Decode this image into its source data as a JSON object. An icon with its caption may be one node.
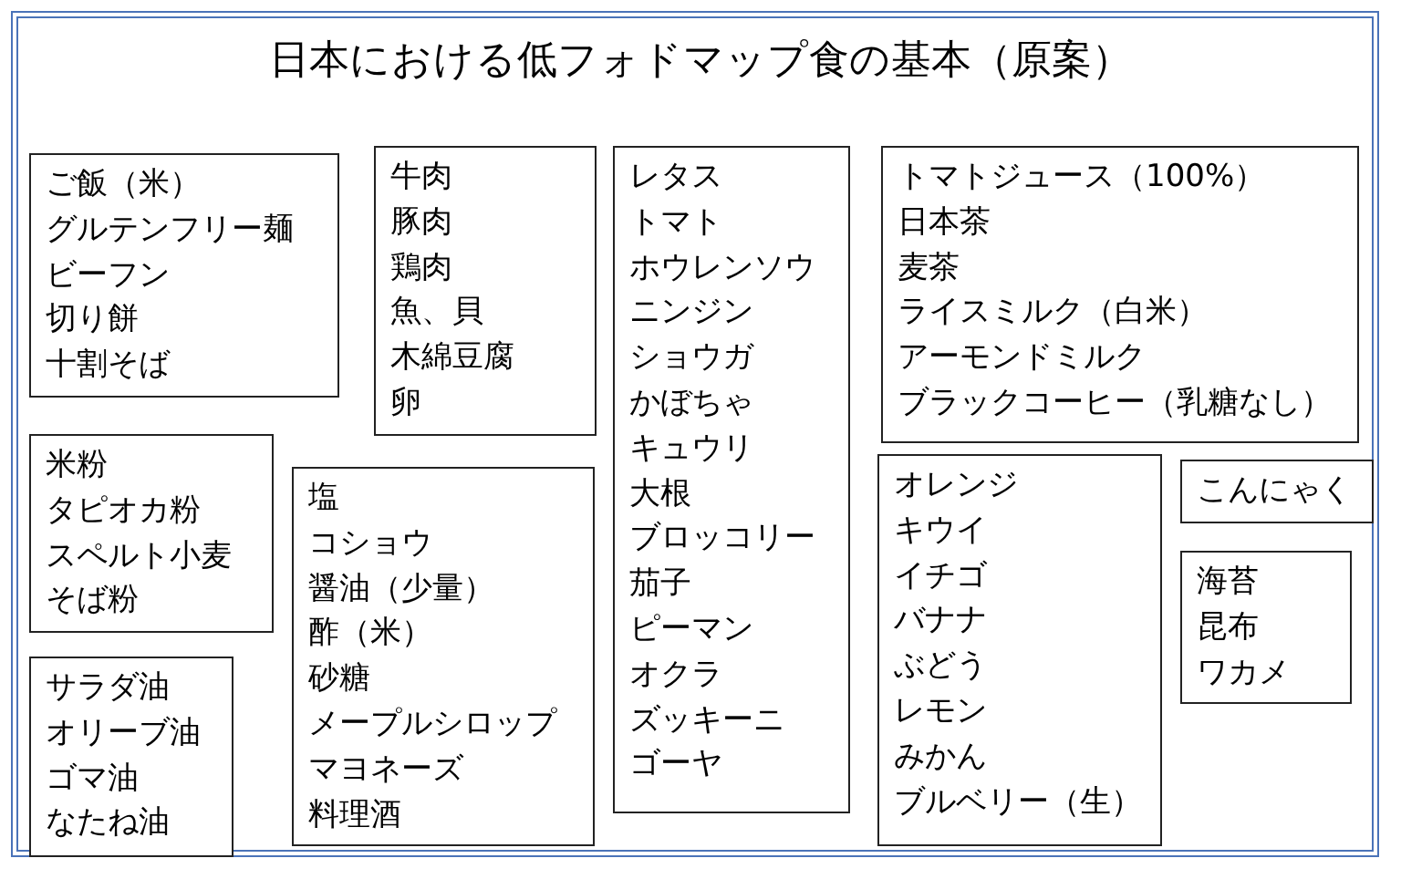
{
  "diagram": {
    "title": "日本における低フォドマップ食の基本（原案）",
    "nodes": [
      {
        "text": [
          "ご飯（米）",
          "グルテンフリー麺",
          "ビーフン",
          "切り餅",
          "十割そば"
        ]
      },
      {
        "text": [
          "牛肉",
          "豚肉",
          "鶏肉",
          "魚、貝",
          "木綿豆腐",
          "卵"
        ]
      },
      {
        "text": [
          "レタス",
          "トマト",
          "ホウレンソウ",
          "ニンジン",
          "ショウガ",
          "かぼちゃ",
          "キュウリ",
          "大根",
          "ブロッコリー",
          "茄子",
          "ピーマン",
          "オクラ",
          "ズッキーニ",
          "ゴーヤ"
        ]
      },
      {
        "text": [
          "トマトジュース（100%）",
          "日本茶",
          "麦茶",
          "ライスミルク（白米）",
          "アーモンドミルク",
          "ブラックコーヒー（乳糖なし）"
        ]
      },
      {
        "text": [
          "米粉",
          "タピオカ粉",
          "スペルト小麦",
          "そば粉"
        ]
      },
      {
        "text": [
          "塩",
          "コショウ",
          "醤油（少量）",
          "酢（米）",
          "砂糖",
          "メープルシロップ",
          "マヨネーズ",
          "料理酒"
        ]
      },
      {
        "text": [
          "オレンジ",
          "キウイ",
          "イチゴ",
          "バナナ",
          "ぶどう",
          "レモン",
          "みかん",
          "ブルベリー（生）"
        ]
      },
      {
        "text": [
          "こんにゃく"
        ]
      },
      {
        "text": [
          "海苔",
          "昆布",
          "ワカメ"
        ]
      },
      {
        "text": [
          "サラダ油",
          "オリーブ油",
          "ゴマ油",
          "なたね油"
        ]
      }
    ]
  }
}
